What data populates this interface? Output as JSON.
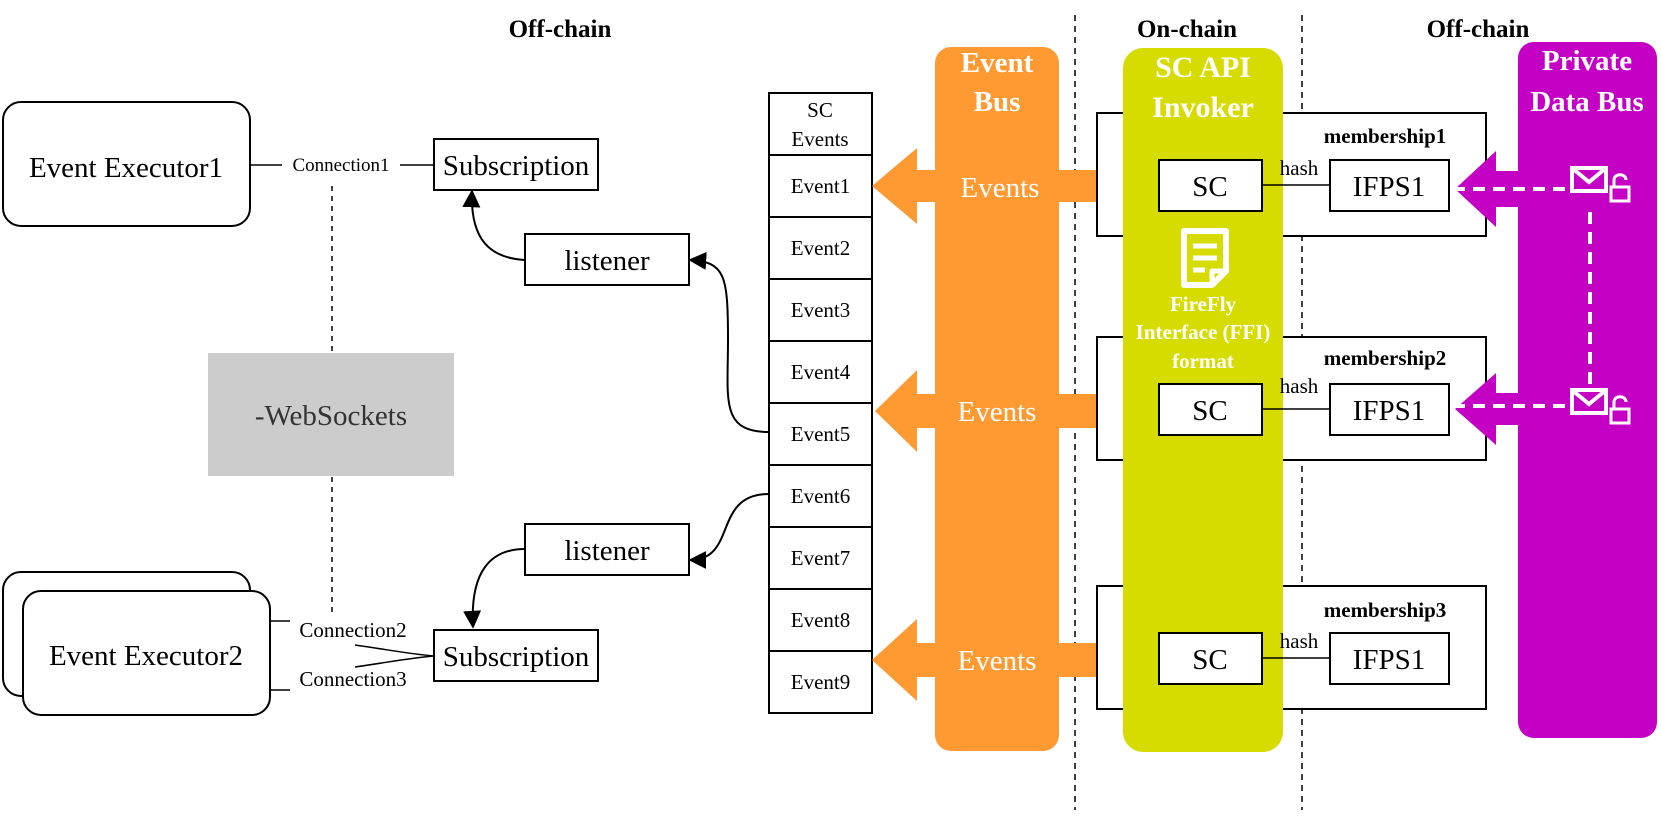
{
  "zones": {
    "left_offchain": "Off-chain",
    "onchain": "On-chain",
    "right_offchain": "Off-chain"
  },
  "executors": {
    "executor1": "Event Executor1",
    "executor2": "Event Executor2"
  },
  "connections": {
    "c1": "Connection1",
    "c2": "Connection2",
    "c3": "Connection3"
  },
  "subscription_label": "Subscription",
  "listener_label": "listener",
  "websockets_label": "-WebSockets",
  "sc_events": {
    "header_line1": "SC",
    "header_line2": "Events",
    "items": [
      "Event1",
      "Event2",
      "Event3",
      "Event4",
      "Event5",
      "Event6",
      "Event7",
      "Event8",
      "Event9"
    ]
  },
  "event_bus": {
    "line1": "Event",
    "line2": "Bus",
    "arrow_label": "Events"
  },
  "sc_api": {
    "line1": "SC API",
    "line2": "Invoker",
    "ffi_line1": "FireFly",
    "ffi_line2": "Interface (FFI)",
    "ffi_line3": "format"
  },
  "memberships": [
    {
      "title": "membership1",
      "sc": "SC",
      "hash": "hash",
      "store": "IFPS1"
    },
    {
      "title": "membership2",
      "sc": "SC",
      "hash": "hash",
      "store": "IFPS1"
    },
    {
      "title": "membership3",
      "sc": "SC",
      "hash": "hash",
      "store": "IFPS1"
    }
  ],
  "private_bus": {
    "line1": "Private",
    "line2": "Data Bus"
  },
  "icons": {
    "document": "document-icon",
    "mail_lock": "mail-lock-icon"
  },
  "colors": {
    "event_bus": "#FF9A33",
    "sc_api": "#D6DC00",
    "private_bus": "#C400C4",
    "websockets": "#CCCCCC"
  }
}
